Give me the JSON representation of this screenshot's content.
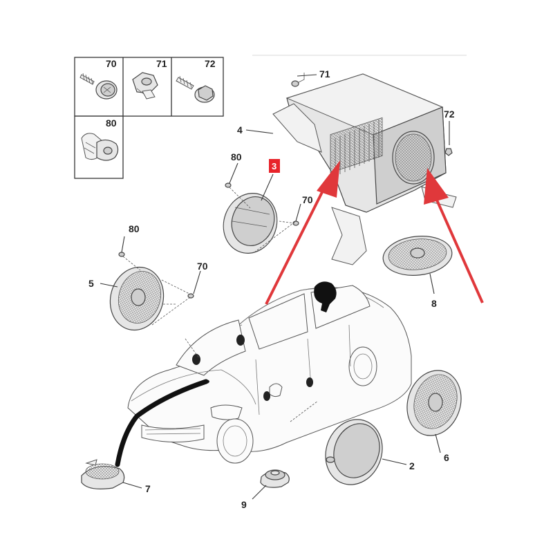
{
  "fastener_box": {
    "cells": [
      {
        "label": "70",
        "part": "screw-with-washer"
      },
      {
        "label": "71",
        "part": "nut"
      },
      {
        "label": "72",
        "part": "flange-bolt"
      },
      {
        "label": "80",
        "part": "clip"
      }
    ]
  },
  "callouts": {
    "subwoofer_fastener_71": "71",
    "subwoofer_fastener_72": "72",
    "subwoofer": "4",
    "highlighted_part": "3",
    "door_speaker_clip": "80",
    "door_speaker_screw": "70",
    "rear_speaker_clip": "80",
    "rear_speaker_screw": "70",
    "rear_speaker": "5",
    "rear_grille": "8",
    "tweeter": "7",
    "small_speaker": "9",
    "front_speaker": "2",
    "front_grille": "6"
  },
  "colors": {
    "highlight": "#e8232a",
    "arrow": "#e0383b",
    "line": "#333333",
    "part_fill": "#e6e6e6"
  }
}
